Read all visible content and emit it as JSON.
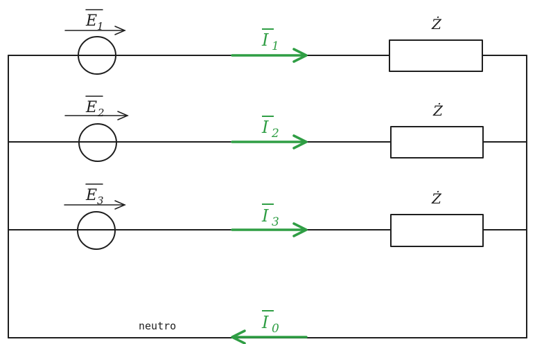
{
  "diagram": {
    "colors": {
      "ink": "#1e1e1e",
      "current": "#2f9e44"
    },
    "sources": [
      {
        "name": "E",
        "sub": "1"
      },
      {
        "name": "E",
        "sub": "2"
      },
      {
        "name": "E",
        "sub": "3"
      }
    ],
    "currents": [
      {
        "name": "I",
        "sub": "1"
      },
      {
        "name": "I",
        "sub": "2"
      },
      {
        "name": "I",
        "sub": "3"
      },
      {
        "name": "I",
        "sub": "0"
      }
    ],
    "impedances": [
      {
        "label": "Ż"
      },
      {
        "label": "Ż"
      },
      {
        "label": "Ż"
      }
    ],
    "neutral_label": "neutro"
  }
}
